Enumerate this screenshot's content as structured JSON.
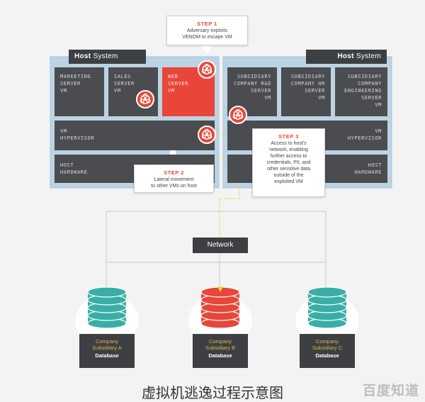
{
  "left_host": {
    "tab_bold": "Host",
    "tab_rest": " System"
  },
  "right_host": {
    "tab_bold": "Host",
    "tab_rest": " System"
  },
  "left_vms": [
    {
      "label": "MARKETING\nSERVER\nVM"
    },
    {
      "label": "SALES\nSERVER\nVM"
    },
    {
      "label": "WEB\nSERVER\nVM"
    }
  ],
  "right_vms": [
    {
      "label": "SUBSIDIARY\nCOMPANY R&D\nSERVER\nVM"
    },
    {
      "label": "SUBSIDIARY\nCOMPANY HR\nSERVER\nVM"
    },
    {
      "label": "SUBSIDIARY\nCOMPANY\nENGINEERING\nSERVER\nVM"
    }
  ],
  "left_layers": {
    "hypervisor": "VM\nHYPERVISOR",
    "hardware": "HOST\nHARDWARE"
  },
  "right_layers": {
    "hypervisor": "VM\nHYPERVISOR",
    "hardware": "HOST\nHARDWARE"
  },
  "steps": [
    {
      "title": "STEP 1",
      "body": "Adversary exploits\nVENOM to escape VM"
    },
    {
      "title": "STEP 2",
      "body": "Lateral movement\nto other VMs on host"
    },
    {
      "title": "STEP 3",
      "body": "Access to host's\nnetwork, enabling\nfurther access to\ncredentials, PII, and\nother sensitive data\noutside of the\nexploited VM"
    }
  ],
  "network": {
    "label": "Network"
  },
  "databases": [
    {
      "line1": "Company",
      "line2": "Subsidiary A",
      "line3": "Database",
      "color": "#3aaea6"
    },
    {
      "line1": "Company",
      "line2": "Subsidiary B",
      "line3": "Database",
      "color": "#e8463a"
    },
    {
      "line1": "Company",
      "line2": "Subsidiary C",
      "line3": "Database",
      "color": "#3aaea6"
    }
  ],
  "caption": "虚拟机逃逸过程示意图",
  "watermark": "百度知道",
  "colors": {
    "accent": "#e8463a",
    "teal": "#3aaea6",
    "dark": "#3d3f42",
    "path": "#e7df3c"
  }
}
